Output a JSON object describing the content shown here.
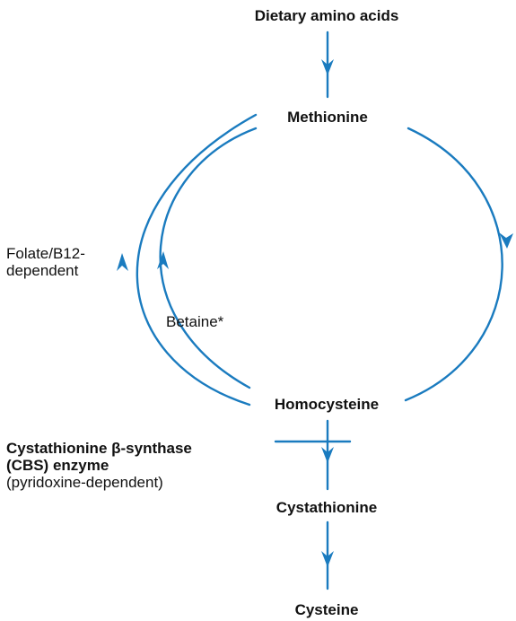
{
  "nodes": {
    "dietary": "Dietary amino acids",
    "methionine": "Methionine",
    "homocysteine": "Homocysteine",
    "cystathionine": "Cystathionine",
    "cysteine": "Cysteine"
  },
  "labels": {
    "folate_line1": "Folate/B12-",
    "folate_line2": "dependent",
    "betaine": "Betaine*",
    "cbs_line1": "Cystathionine β-synthase",
    "cbs_line2": "(CBS) enzyme",
    "cbs_line3": "(pyridoxine-dependent)"
  },
  "colors": {
    "arrow": "#1a7bbf",
    "text": "#111111"
  }
}
